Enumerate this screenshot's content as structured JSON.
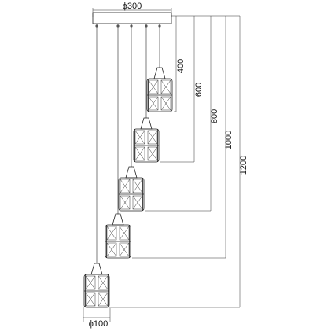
{
  "canopy_diameter_label": "ϕ300",
  "shade_diameter_label": "ϕ100",
  "drop_labels": [
    "400",
    "600",
    "800",
    "1000",
    "1200"
  ]
}
